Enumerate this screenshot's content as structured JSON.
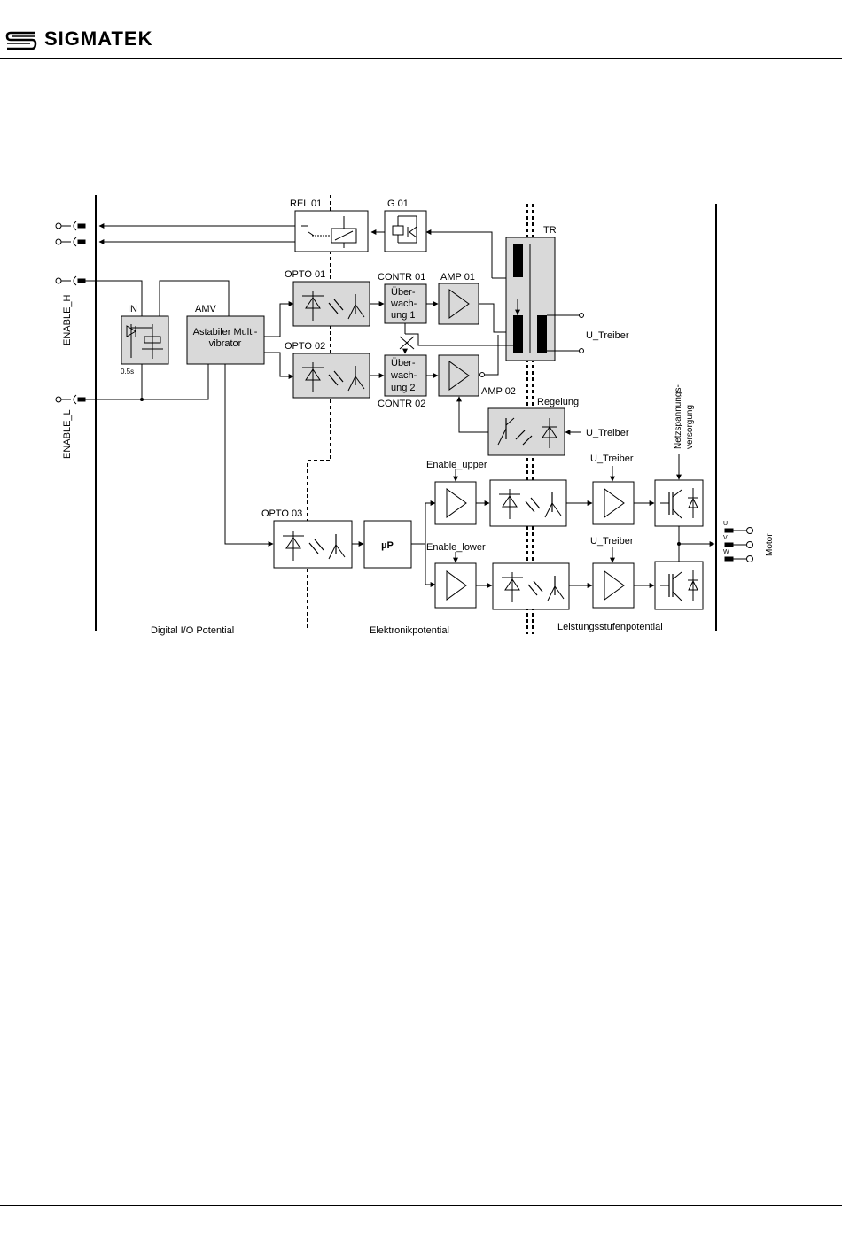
{
  "header": {
    "brand": "SIGMATEK"
  },
  "diagram": {
    "blocks": {
      "rel01": "REL 01",
      "g01": "G 01",
      "tr": "TR",
      "opto01": "OPTO 01",
      "opto02": "OPTO 02",
      "opto03": "OPTO 03",
      "contr01": "CONTR 01",
      "contr02": "CONTR 02",
      "amp01": "AMP 01",
      "amp02": "AMP 02",
      "in": "IN",
      "in_time": "0.5s",
      "amv": "AMV",
      "amv_text_1": "Astabiler Multi-",
      "amv_text_2": "vibrator",
      "ueb1_l1": "Über-",
      "ueb1_l2": "wach-",
      "ueb1_l3": "ung 1",
      "ueb2_l1": "Über-",
      "ueb2_l2": "wach-",
      "ueb2_l3": "ung 2",
      "regelung": "Regelung",
      "up": "µP",
      "enable_upper": "Enable_upper",
      "enable_lower": "Enable_lower",
      "netz_1": "Netzspannungs-",
      "netz_2": "versorgung",
      "motor": "Motor"
    },
    "signals": {
      "enable_h": "ENABLE_H",
      "enable_l": "ENABLE_L",
      "u_treiber_tr": "U_Treiber",
      "u_treiber_reg": "U_Treiber",
      "u_treiber_top": "U_Treiber",
      "u_treiber_bot": "U_Treiber",
      "phase_u": "U",
      "phase_v": "V",
      "phase_w": "W"
    },
    "zones": {
      "digital": "Digital I/O Potential",
      "elektronik": "Elektronikpotential",
      "leistung": "Leistungsstufenpotential"
    }
  }
}
